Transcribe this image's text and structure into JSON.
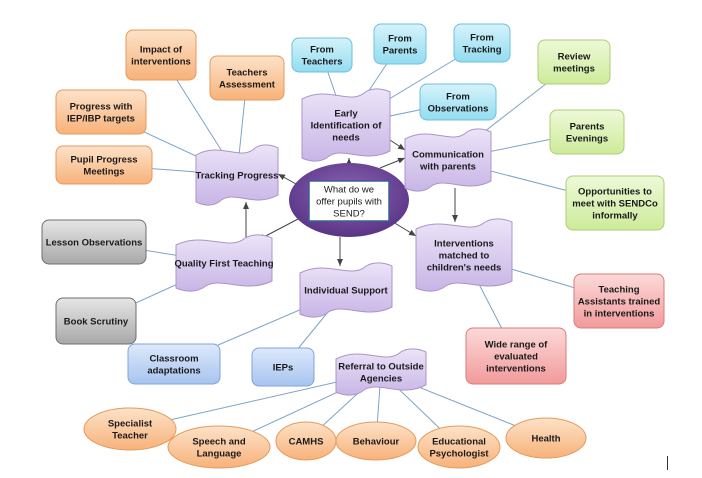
{
  "title": "What do we offer pupils with SEND?",
  "colors": {
    "orange": "#f9c08f",
    "blue": "#a9e3f3",
    "green": "#dcf2b4",
    "purple": "#d8c9ef",
    "grey": "#bfbfbf",
    "lightblue": "#bcd4f5",
    "pink": "#f6b3b3",
    "center": "#6a4393",
    "line": "#7fa3c6",
    "arrow": "#444444"
  },
  "center": {
    "lines": [
      "What do we",
      "offer pupils with",
      "SEND?"
    ]
  },
  "hubs": [
    {
      "id": "early",
      "lines": [
        "Early",
        "Identification of",
        "needs"
      ]
    },
    {
      "id": "comm",
      "lines": [
        "Communication",
        "with parents"
      ]
    },
    {
      "id": "interv",
      "lines": [
        "Interventions",
        "matched to",
        "children's needs"
      ]
    },
    {
      "id": "indiv",
      "lines": [
        "Individual Support"
      ]
    },
    {
      "id": "qft",
      "lines": [
        "Quality First Teaching"
      ]
    },
    {
      "id": "track",
      "lines": [
        "Tracking Progress"
      ]
    },
    {
      "id": "referral",
      "lines": [
        "Referral to Outside",
        "Agencies"
      ]
    }
  ],
  "leaves": [
    {
      "id": "impact",
      "hub": "track",
      "color": "orange",
      "lines": [
        "Impact of",
        "interventions"
      ]
    },
    {
      "id": "teachassess",
      "hub": "track",
      "color": "orange",
      "lines": [
        "Teachers",
        "Assessment"
      ]
    },
    {
      "id": "iep",
      "hub": "track",
      "color": "orange",
      "lines": [
        "Progress with",
        "IEP/IBP targets"
      ]
    },
    {
      "id": "ppm",
      "hub": "track",
      "color": "orange",
      "lines": [
        "Pupil Progress",
        "Meetings"
      ]
    },
    {
      "id": "fteachers",
      "hub": "early",
      "color": "blue",
      "lines": [
        "From",
        "Teachers"
      ]
    },
    {
      "id": "fparents",
      "hub": "early",
      "color": "blue",
      "lines": [
        "From",
        "Parents"
      ]
    },
    {
      "id": "ftracking",
      "hub": "early",
      "color": "blue",
      "lines": [
        "From",
        "Tracking"
      ]
    },
    {
      "id": "fobs",
      "hub": "early",
      "color": "blue",
      "lines": [
        "From",
        "Observations"
      ]
    },
    {
      "id": "review",
      "hub": "comm",
      "color": "green",
      "lines": [
        "Review",
        "meetings"
      ]
    },
    {
      "id": "parentsev",
      "hub": "comm",
      "color": "green",
      "lines": [
        "Parents",
        "Evenings"
      ]
    },
    {
      "id": "sendco",
      "hub": "comm",
      "color": "green",
      "lines": [
        "Opportunities to",
        "meet with SENDCo",
        "informally"
      ]
    },
    {
      "id": "tatrained",
      "hub": "interv",
      "color": "pink",
      "lines": [
        "Teaching",
        "Assistants trained",
        "in interventions"
      ]
    },
    {
      "id": "widerange",
      "hub": "interv",
      "color": "pink",
      "lines": [
        "Wide range of",
        "evaluated",
        "interventions"
      ]
    },
    {
      "id": "lessonobs",
      "hub": "qft",
      "color": "grey",
      "lines": [
        "Lesson Observations"
      ]
    },
    {
      "id": "bookscrut",
      "hub": "qft",
      "color": "grey",
      "lines": [
        "Book Scrutiny"
      ]
    },
    {
      "id": "classroom",
      "hub": "indiv",
      "color": "lightblue",
      "lines": [
        "Classroom",
        "adaptations"
      ]
    },
    {
      "id": "ieps",
      "hub": "indiv",
      "color": "lightblue",
      "lines": [
        "IEPs"
      ]
    },
    {
      "id": "specialist",
      "hub": "referral",
      "color": "orange",
      "shape": "ellipse",
      "lines": [
        "Specialist",
        "Teacher"
      ]
    },
    {
      "id": "speech",
      "hub": "referral",
      "color": "orange",
      "shape": "ellipse",
      "lines": [
        "Speech and",
        "Language"
      ]
    },
    {
      "id": "camhs",
      "hub": "referral",
      "color": "orange",
      "shape": "ellipse",
      "lines": [
        "CAMHS"
      ]
    },
    {
      "id": "behaviour",
      "hub": "referral",
      "color": "orange",
      "shape": "ellipse",
      "lines": [
        "Behaviour"
      ]
    },
    {
      "id": "edpsych",
      "hub": "referral",
      "color": "orange",
      "shape": "ellipse",
      "lines": [
        "Educational",
        "Psychologist"
      ]
    },
    {
      "id": "health",
      "hub": "referral",
      "color": "orange",
      "shape": "ellipse",
      "lines": [
        "Health"
      ]
    }
  ]
}
